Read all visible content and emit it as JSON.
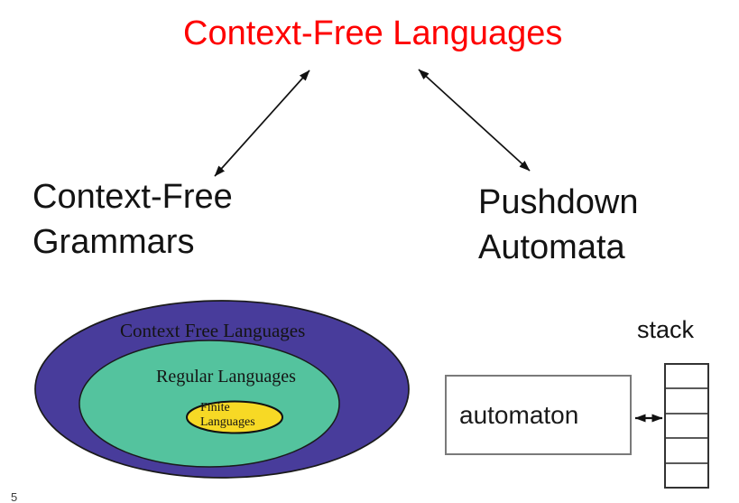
{
  "slide": {
    "title": "Context-Free Languages",
    "title_color": "#fe0000",
    "page_number": "5"
  },
  "branches": {
    "left": {
      "line1": "Context-Free",
      "line2": "Grammars"
    },
    "right": {
      "line1": "Pushdown",
      "line2": "Automata"
    }
  },
  "venn": {
    "outer": {
      "label": "Context Free Languages",
      "color": "#483c9b"
    },
    "middle": {
      "label": "Regular Languages",
      "color": "#54c39e"
    },
    "inner": {
      "label_line1": "Finite",
      "label_line2": "Languages",
      "color": "#f7d925"
    }
  },
  "pushdown": {
    "stack_label": "stack",
    "automaton_label": "automaton",
    "stack_cells": 5,
    "arrow_color": "#111111"
  }
}
